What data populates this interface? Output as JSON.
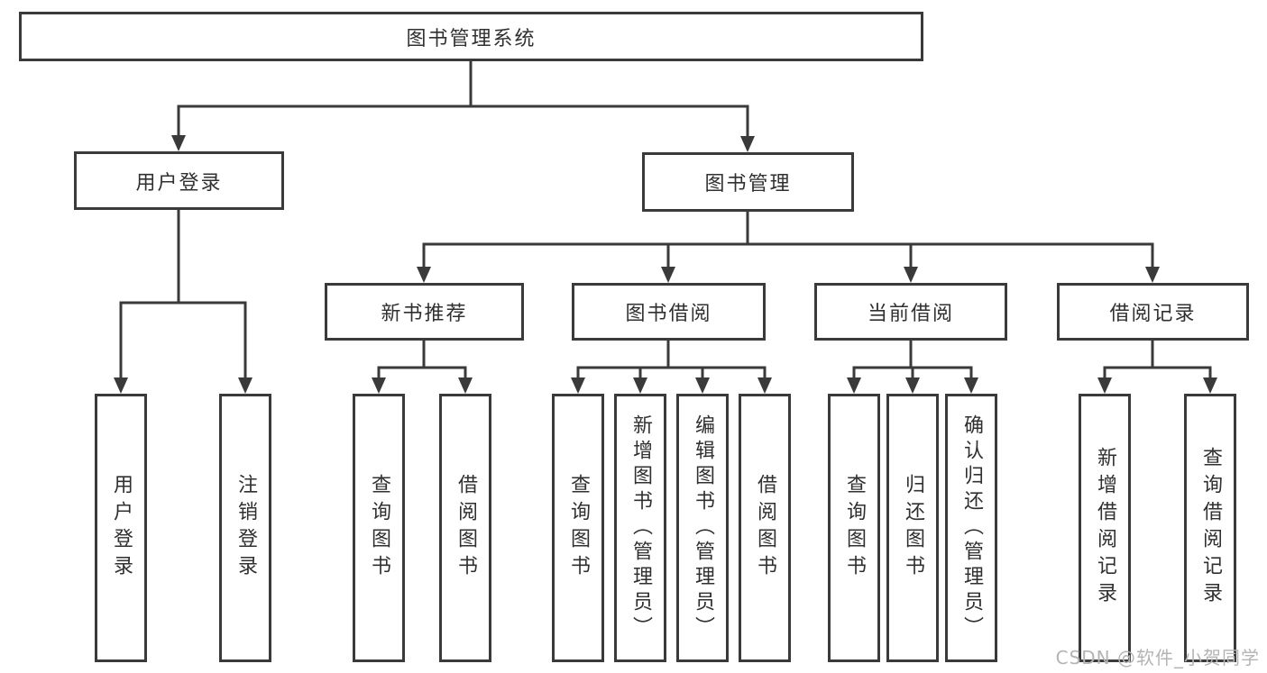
{
  "diagram": {
    "nodes": {
      "root": "图书管理系统",
      "user_login": "用户登录",
      "book_mgmt": "图书管理",
      "new_book_rec": "新书推荐",
      "book_borrow": "图书借阅",
      "current_borrow": "当前借阅",
      "borrow_records": "借阅记录",
      "ul_user_login": "用户登录",
      "ul_logout": "注销登录",
      "nbr_query_book": "查询图书",
      "nbr_borrow_book": "借阅图书",
      "bb_query_book": "查询图书",
      "bb_add_book": "新增图书（管理员）",
      "bb_edit_book": "编辑图书（管理员）",
      "bb_borrow_book": "借阅图书",
      "cb_query_book": "查询图书",
      "cb_return_book": "归还图书",
      "cb_confirm_return": "确认归还（管理员）",
      "br_add_record": "新增借阅记录",
      "br_query_record": "查询借阅记录"
    },
    "hierarchy": {
      "root": [
        "user_login",
        "book_mgmt"
      ],
      "user_login": [
        "ul_user_login",
        "ul_logout"
      ],
      "book_mgmt": [
        "new_book_rec",
        "book_borrow",
        "current_borrow",
        "borrow_records"
      ],
      "new_book_rec": [
        "nbr_query_book",
        "nbr_borrow_book"
      ],
      "book_borrow": [
        "bb_query_book",
        "bb_add_book",
        "bb_edit_book",
        "bb_borrow_book"
      ],
      "current_borrow": [
        "cb_query_book",
        "cb_return_book",
        "cb_confirm_return"
      ],
      "borrow_records": [
        "br_add_record",
        "br_query_record"
      ]
    },
    "colors": {
      "line": "#3a3a3a",
      "text": "#303030",
      "background": "#ffffff",
      "watermark_color": "#b4b4b4"
    },
    "watermark": "CSDN @软件_小贺同学"
  }
}
